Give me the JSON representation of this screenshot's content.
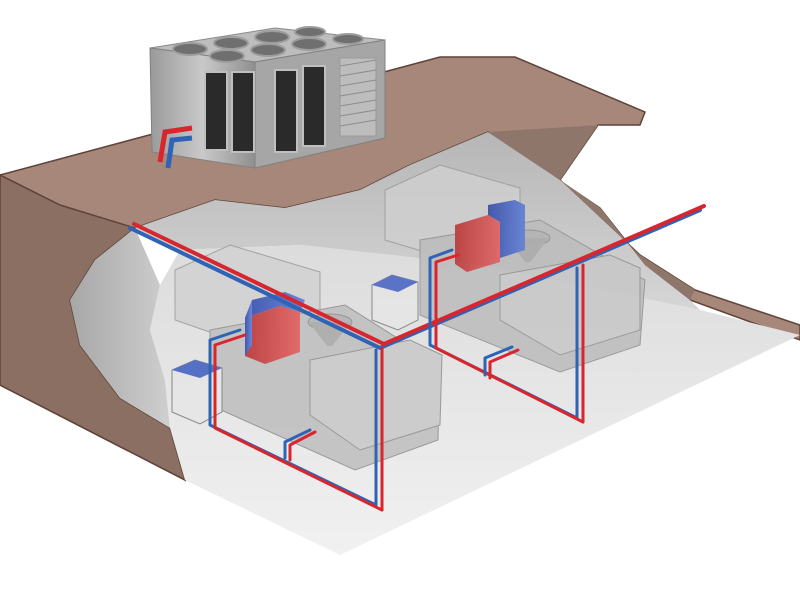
{
  "colors": {
    "background": "#ffffff",
    "earth_fill": "#a7877a",
    "earth_edge": "#5e4338",
    "earth_face": "#8c6f63",
    "floor": "#e8e8e8",
    "cave_back": "#c9c9c9",
    "cave_left": "#b8b8b8",
    "supply_pipe": "#d8262f",
    "return_pipe": "#2f63b5",
    "machine_glass": "#c8c8c8",
    "unit_red": "#d84545",
    "unit_blue": "#3c5ec7",
    "tcu_body": "#e4e4e4",
    "tcu_top": "#4361c2",
    "cooler_body": "#a9a9a9",
    "cooler_fan": "#7a7a7a"
  },
  "scene": {
    "cooler_fan_count": 8,
    "cooler_coil_panels": 3,
    "injection_machines": 2
  }
}
